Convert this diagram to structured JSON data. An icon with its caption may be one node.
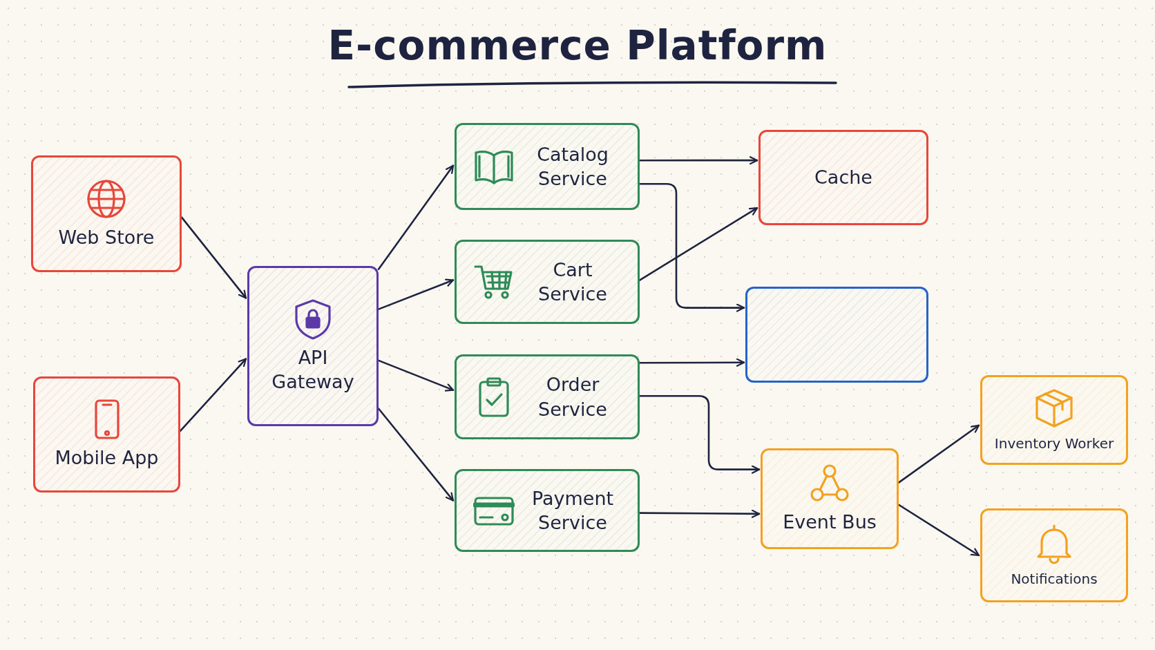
{
  "diagram": {
    "title": "E-commerce Platform",
    "nodes": [
      {
        "text": [
          "Web Store"
        ]
      },
      {
        "text": [
          "Mobile App"
        ]
      },
      {
        "text": [
          "API Gateway"
        ]
      },
      {
        "text": [
          "Catalog Service"
        ]
      },
      {
        "text": [
          "Cart Service"
        ]
      },
      {
        "text": [
          "Order Service"
        ]
      },
      {
        "text": [
          "Payment Service"
        ]
      },
      {
        "text": [
          "Cache"
        ]
      },
      {
        "text": [],
        "shape": "box"
      },
      {
        "text": [
          "Event Bus"
        ]
      },
      {
        "text": [
          "Inventory Worker"
        ]
      },
      {
        "text": [
          "Notifications"
        ]
      }
    ],
    "edges": [
      {
        "from": 0,
        "to": 2,
        "arrow": "to"
      },
      {
        "from": 1,
        "to": 2,
        "arrow": "to"
      },
      {
        "from": 2,
        "to": 3,
        "arrow": "to"
      },
      {
        "from": 2,
        "to": 4,
        "arrow": "to"
      },
      {
        "from": 2,
        "to": 5,
        "arrow": "to"
      },
      {
        "from": 2,
        "to": 6,
        "arrow": "to"
      },
      {
        "from": 3,
        "to": 7,
        "arrow": "to"
      },
      {
        "from": 3,
        "to": 8,
        "arrow": "to"
      },
      {
        "from": 4,
        "to": 7,
        "arrow": "to"
      },
      {
        "from": 5,
        "to": 8,
        "arrow": "to"
      },
      {
        "from": 5,
        "to": 9,
        "arrow": "to"
      },
      {
        "from": 6,
        "to": 9,
        "arrow": "to"
      },
      {
        "from": 9,
        "to": 10,
        "arrow": "to"
      },
      {
        "from": 9,
        "to": 11,
        "arrow": "to"
      }
    ]
  }
}
